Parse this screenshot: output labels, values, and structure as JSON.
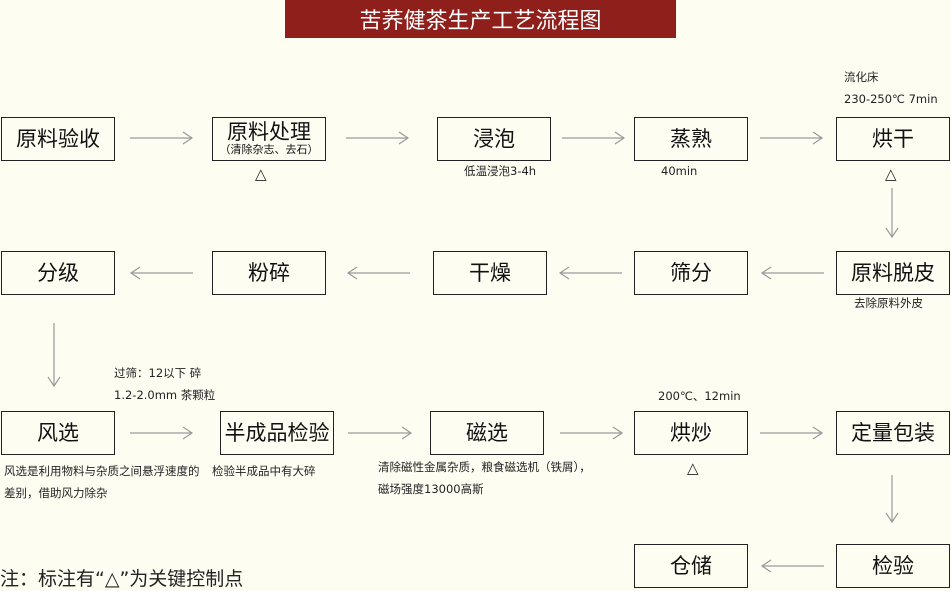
{
  "title": "苦荞健茶生产工艺流程图",
  "nodes": {
    "raw_inspect": "原料验收",
    "raw_process": "原料处理",
    "raw_process_sub": "（清除杂志、去石）",
    "soak": "浸泡",
    "steam": "蒸熟",
    "dry_bake": "烘干",
    "dehull": "原料脱皮",
    "sieve": "筛分",
    "dry": "干燥",
    "crush": "粉碎",
    "grade": "分级",
    "wind_select": "风选",
    "semi_inspect": "半成品检验",
    "magnet_select": "磁选",
    "roast": "烘炒",
    "pack": "定量包装",
    "inspect": "检验",
    "storage": "仓储"
  },
  "notes": {
    "fluid_bed_1": "流化床",
    "fluid_bed_2": "230-250℃  7min",
    "soak_note": "低温浸泡3-4h",
    "steam_note": "40min",
    "dehull_note": "去除原料外皮",
    "sieve_note_1": "过筛：12以下 碎",
    "sieve_note_2": "1.2-2.0mm 茶颗粒",
    "roast_note": "200℃、12min",
    "wind_note_1": "风选是利用物料与杂质之间悬浮速度的",
    "wind_note_2": "差别，借助风力除杂",
    "semi_note": "检验半成品中有大碎",
    "magnet_note_1": "清除磁性金属杂质，粮食磁选机（铁屑），",
    "magnet_note_2": "磁场强度13000高斯"
  },
  "control_point_symbol": "△",
  "footer": "注：标注有“△”为关键控制点"
}
